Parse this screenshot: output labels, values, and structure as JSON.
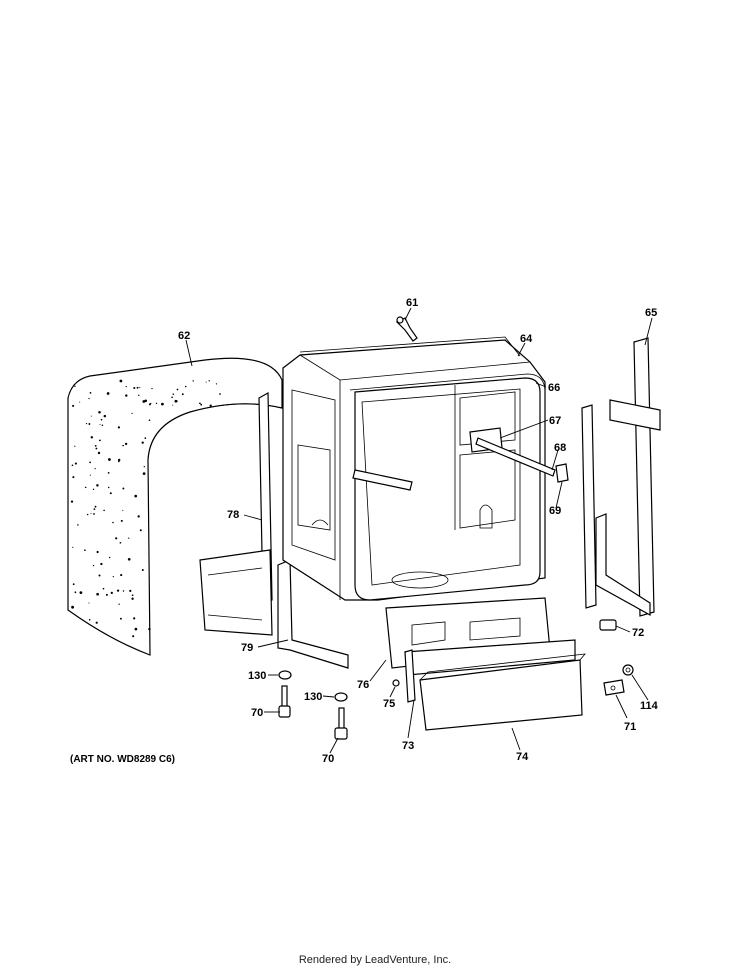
{
  "diagram": {
    "callouts": [
      "61",
      "62",
      "64",
      "65",
      "66",
      "67",
      "68",
      "69",
      "78",
      "79",
      "130",
      "70",
      "130",
      "70",
      "76",
      "75",
      "73",
      "74",
      "72",
      "114",
      "71"
    ],
    "art_number": "(ART NO. WD8289 C6)"
  },
  "footer": {
    "text": "Rendered by LeadVenture, Inc."
  }
}
